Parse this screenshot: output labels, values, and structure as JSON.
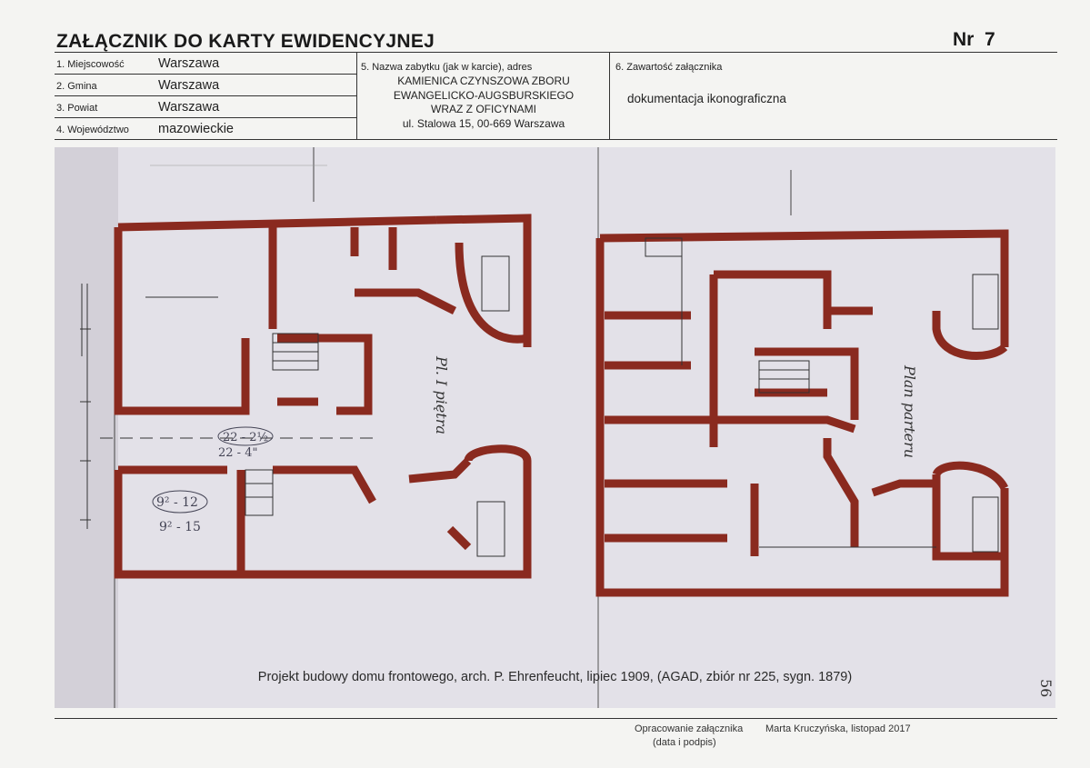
{
  "header": {
    "title": "ZAŁĄCZNIK DO KARTY EWIDENCYJNEJ",
    "number": "Nr  7"
  },
  "fields": [
    {
      "label": "1. Miejscowość",
      "value": "Warszawa"
    },
    {
      "label": "2. Gmina",
      "value": "Warszawa"
    },
    {
      "label": "3. Powiat",
      "value": "Warszawa"
    },
    {
      "label": "4. Województwo",
      "value": "mazowieckie"
    }
  ],
  "monument": {
    "label": "5. Nazwa zabytku (jak w karcie), adres",
    "lines": [
      "KAMIENICA CZYNSZOWA ZBORU",
      "EWANGELICKO-AUGSBURSKIEGO",
      "WRAZ Z OFICYNAMI",
      "ul. Stalowa 15, 00-669 Warszawa"
    ]
  },
  "contents": {
    "label": "6. Zawartość załącznika",
    "value": "dokumentacja ikonograficzna"
  },
  "image": {
    "caption": "Projekt budowy domu frontowego, arch. P. Ehrenfeucht, lipiec 1909, (AGAD, zbiór nr 225, sygn. 1879)",
    "annotations": {
      "left_plan": "Pl. I piętra",
      "right_plan": "Plan parteru",
      "measure_1": "22 - 2½",
      "measure_2": "22 - 4\"",
      "measure_3": "9² - 12",
      "measure_4": "9² - 15",
      "page_mark": "56"
    }
  },
  "footer": {
    "prepared_label": "Opracowanie załącznika",
    "date_sign_label": "(data i podpis)",
    "author": "Marta Kruczyńska, listopad 2017"
  },
  "colors": {
    "wall": "#8a2a1f",
    "paper": "#e3e1e8",
    "photo_bg": "#d9d7df"
  }
}
